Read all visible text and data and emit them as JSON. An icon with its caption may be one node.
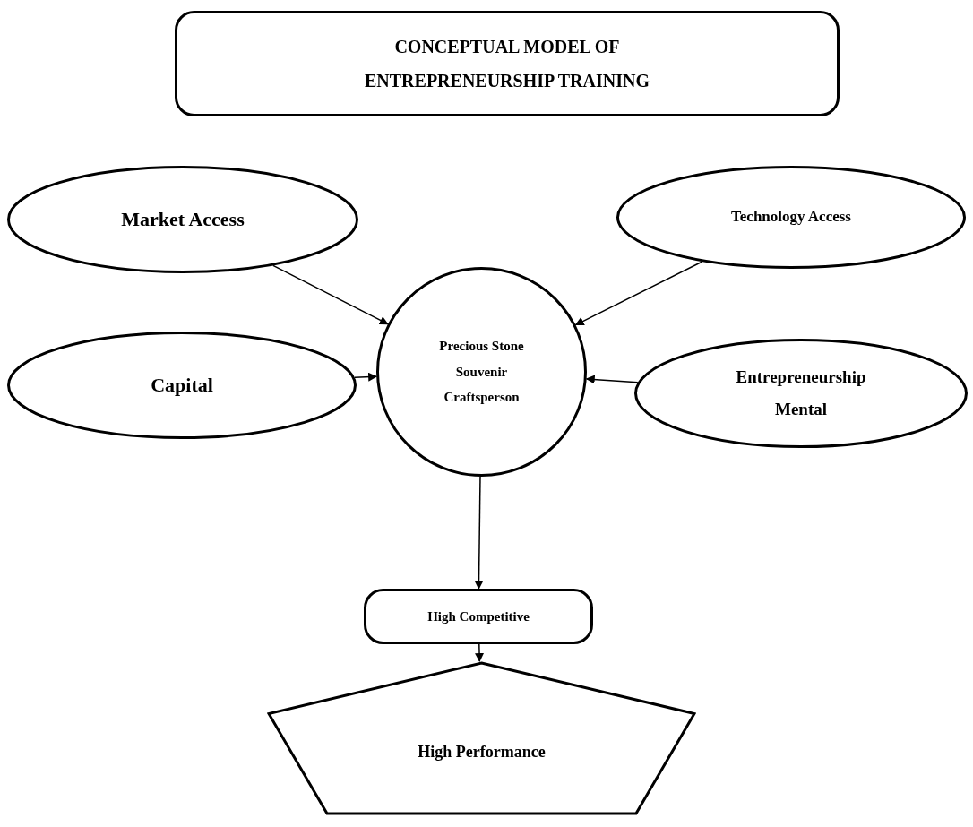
{
  "diagram": {
    "nodes": [
      {
        "text": [
          "CONCEPTUAL MODEL OF ENTREPRENEURSHIP TRAINING"
        ]
      },
      {
        "text": [
          "Market Access"
        ]
      },
      {
        "text": [
          "Technology Access"
        ]
      },
      {
        "text": [
          "Precious Stone Souvenir Craftsperson"
        ]
      },
      {
        "text": [
          "Capital"
        ]
      },
      {
        "text": [
          "Entrepreneurship Mental"
        ]
      },
      {
        "text": [
          "High Competitive"
        ]
      },
      {
        "text": [
          "High Performance"
        ]
      }
    ],
    "edges": [
      {
        "from": 1,
        "to": 3,
        "arrow": "to"
      },
      {
        "from": 2,
        "to": 3,
        "arrow": "to"
      },
      {
        "from": 4,
        "to": 3,
        "arrow": "to"
      },
      {
        "from": 5,
        "to": 3,
        "arrow": "to"
      },
      {
        "from": 3,
        "to": 6,
        "arrow": "to"
      },
      {
        "from": 6,
        "to": 7,
        "arrow": "to"
      }
    ]
  }
}
